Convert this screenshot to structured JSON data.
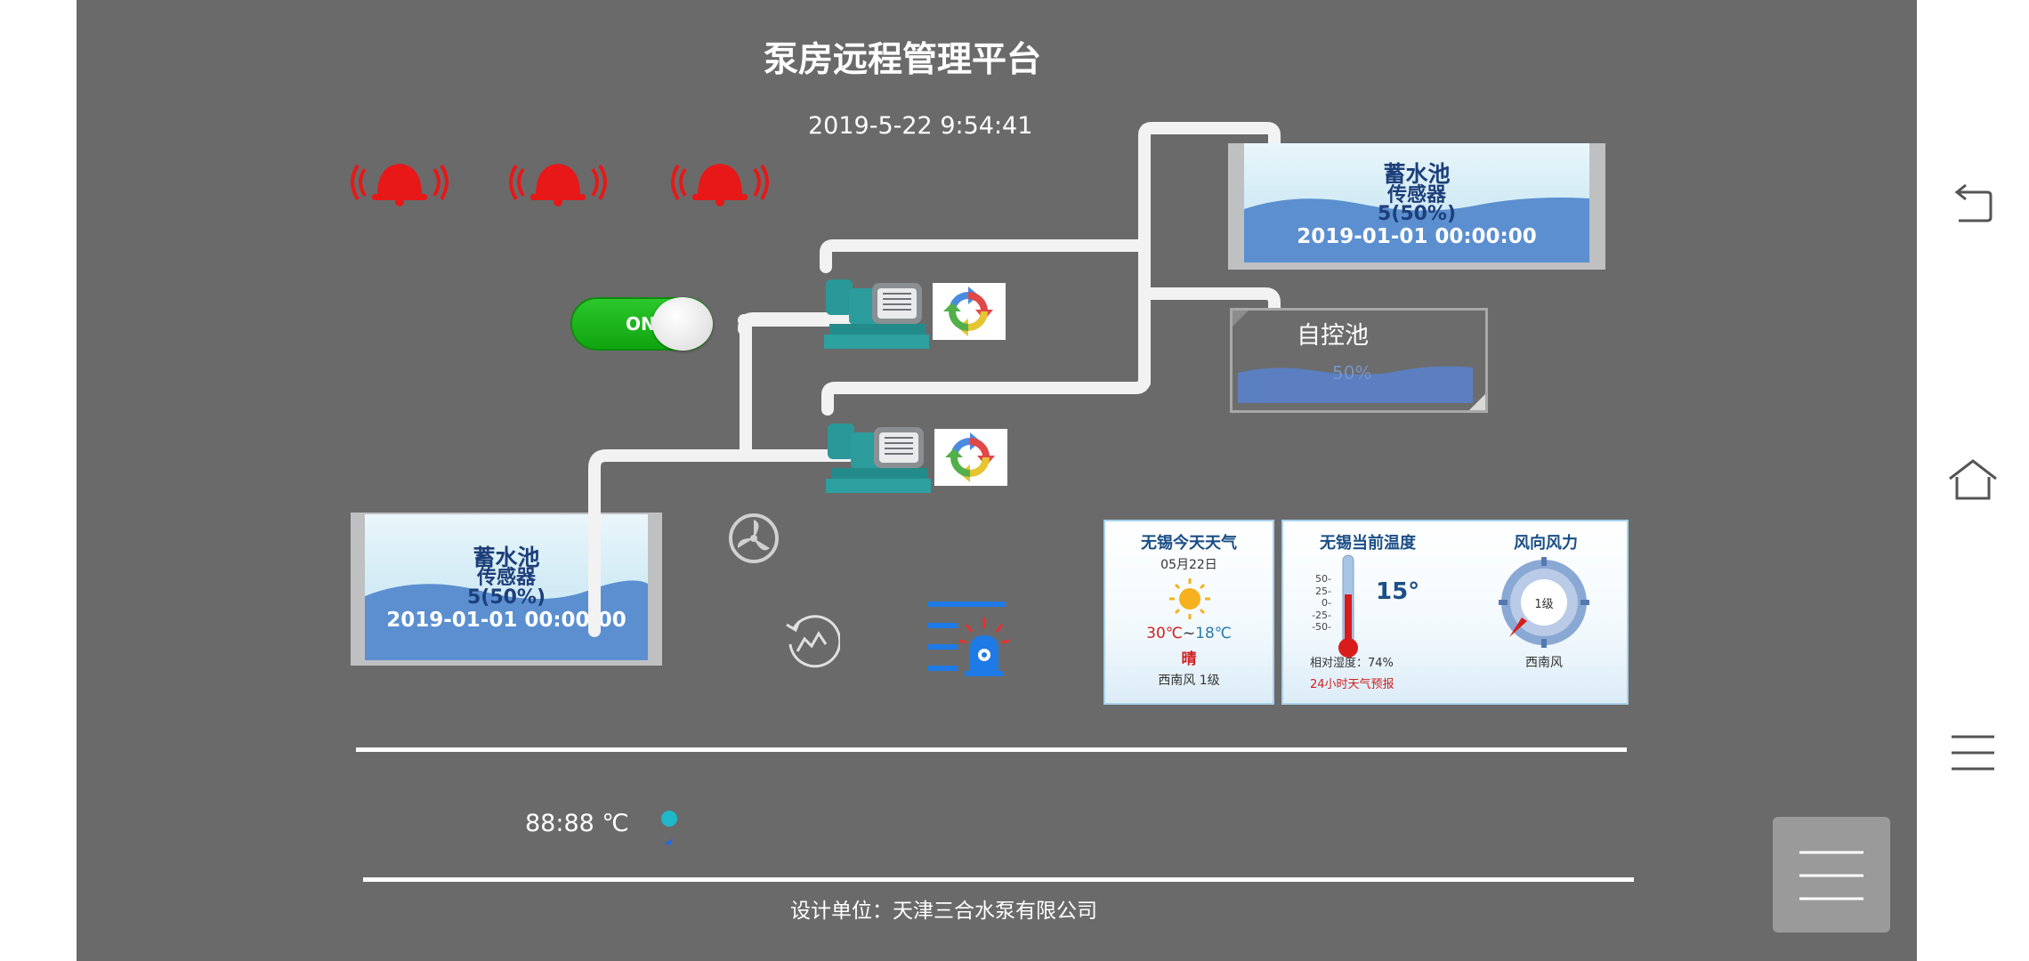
{
  "header": {
    "title": "泵房远程管理平台",
    "datetime": "2019-5-22 9:54:41"
  },
  "switch": {
    "label": "ON",
    "state": "on"
  },
  "tanks": {
    "top_right": {
      "name": "蓄水池",
      "sensor": "传感器",
      "level": "5(50%)",
      "time": "2019-01-01 00:00:00"
    },
    "bottom_left": {
      "name": "蓄水池",
      "sensor": "传感器",
      "level": "5(50%)",
      "time": "2019-01-01 00:00:00"
    },
    "auto_pool": {
      "name": "自控池",
      "level": "50%"
    }
  },
  "weather": {
    "today": {
      "title": "无锡今天天气",
      "date": "05月22日",
      "high": "30℃",
      "sep": "~",
      "low": "18℃",
      "condition": "晴",
      "wind": "西南风 1级"
    },
    "current": {
      "title": "无锡当前温度",
      "temp": "15°",
      "scale": [
        "50-",
        "25-",
        "0-",
        "-25-",
        "-50-"
      ],
      "humidity": "相对湿度：74%",
      "forecast_link": "24小时天气预报"
    },
    "wind": {
      "title": "风向风力",
      "level": "1级",
      "direction": "西南风"
    }
  },
  "readout": {
    "temperature": "88:88 ℃"
  },
  "footer": {
    "text": "设计单位：天津三合水泵有限公司"
  },
  "colors": {
    "panel_bg": "#6a6a6a",
    "alarm_red": "#e81818",
    "switch_green": "#18b418",
    "water_blue": "#5b8fd0",
    "weather_border": "#a9d2ea"
  },
  "icons": [
    "back-icon",
    "home-icon",
    "menu-icon",
    "alarm-bell-icon",
    "pump-icon",
    "refresh-icon",
    "fan-icon",
    "history-chart-icon",
    "alarm-list-icon",
    "sun-icon",
    "thermometer-icon",
    "compass-icon"
  ]
}
